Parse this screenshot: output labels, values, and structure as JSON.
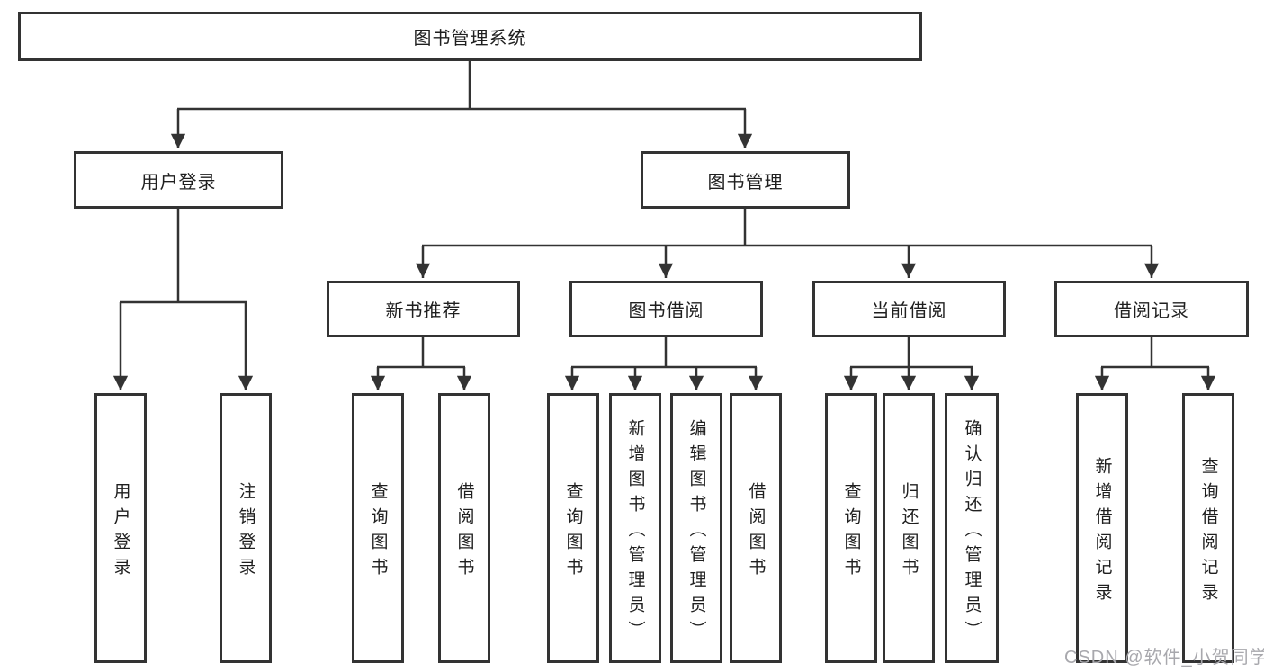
{
  "diagram": {
    "root": "图书管理系统",
    "level2": [
      "用户登录",
      "图书管理"
    ],
    "level3": [
      "新书推荐",
      "图书借阅",
      "当前借阅",
      "借阅记录"
    ],
    "leaves": [
      "用户登录",
      "注销登录",
      "查询图书",
      "借阅图书",
      "查询图书",
      "新增图书（管理员）",
      "编辑图书（管理员）",
      "借阅图书",
      "查询图书",
      "归还图书",
      "确认归还（管理员）",
      "新增借阅记录",
      "查询借阅记录"
    ]
  },
  "watermark": "CSDN @软件_小贺同学",
  "colors": {
    "line": "#333333",
    "box_border": "#333333",
    "text": "#1f1f1f",
    "watermark": "#a8a8ad",
    "background": "#ffffff"
  }
}
